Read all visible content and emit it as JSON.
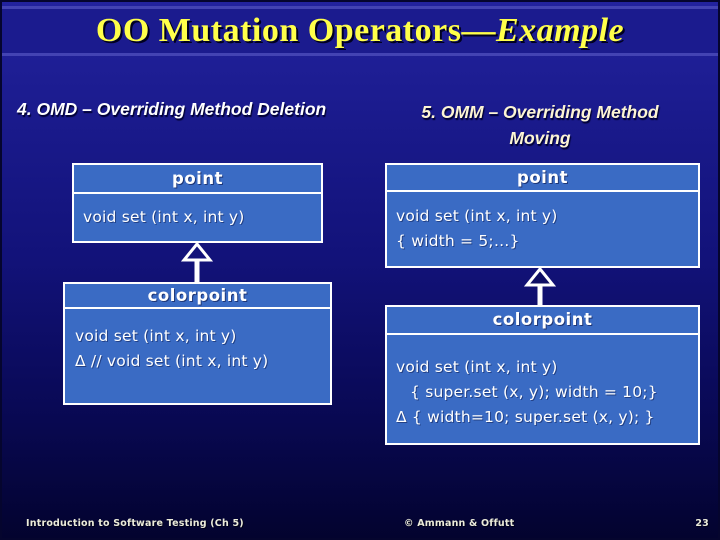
{
  "title": {
    "main": "OO Mutation Operators—",
    "emphasis": "Example"
  },
  "sections": {
    "left": {
      "heading": "4. OMD – Overriding Method Deletion",
      "classes": [
        {
          "name": "point",
          "members": [
            "void set (int x, int y)"
          ]
        },
        {
          "name": "colorpoint",
          "members": [
            "void set (int x, int y)",
            "Δ // void set (int x, int y)"
          ]
        }
      ]
    },
    "right": {
      "heading": "5. OMM – Overriding Method Moving",
      "classes": [
        {
          "name": "point",
          "members": [
            "void set (int x, int y)",
            "{ width = 5;…}"
          ]
        },
        {
          "name": "colorpoint",
          "members": [
            "void set (int x, int y)",
            "{ super.set (x, y); width = 10;}",
            "Δ { width=10; super.set (x, y); }"
          ]
        }
      ]
    }
  },
  "footer": {
    "left": "Introduction to Software Testing (Ch 5)",
    "center": "© Ammann & Offutt",
    "page": "23"
  },
  "colors": {
    "background_top": "#23239f",
    "background_bottom": "#03032e",
    "title_band": "#1b1b8e",
    "title_text": "#ffff4a",
    "heading_left_text": "#ffffff",
    "heading_right_text": "#fcf5d4",
    "box_fill": "#3a6bc4",
    "box_border": "#ffffff",
    "box_text": "#ffffff",
    "footer_text": "#ececda"
  }
}
